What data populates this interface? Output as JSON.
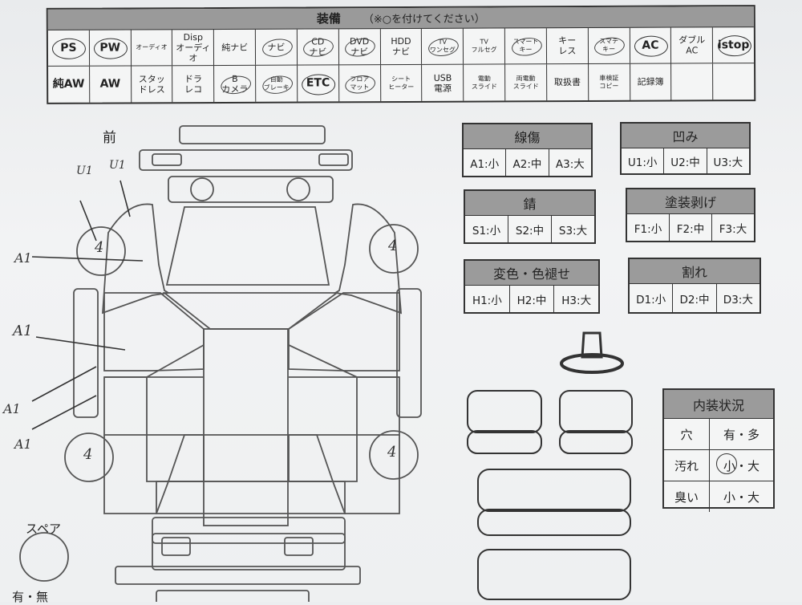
{
  "equipment": {
    "title": "装備",
    "note": "（※○を付けてください）",
    "row1": [
      {
        "label": "PS",
        "size": "big",
        "circled": true
      },
      {
        "label": "PW",
        "size": "big",
        "circled": true
      },
      {
        "label": "オーディオ",
        "size": "tiny"
      },
      {
        "label": "Disp\nオーディオ"
      },
      {
        "label": "純ナビ"
      },
      {
        "label": "ナビ",
        "checked": true
      },
      {
        "label": "CD\nナビ",
        "checked": true
      },
      {
        "label": "DVD\nナビ",
        "checked": true
      },
      {
        "label": "HDD\nナビ"
      },
      {
        "label": "TV\nワンセグ",
        "size": "tiny",
        "checked": true
      },
      {
        "label": "TV\nフルセグ",
        "size": "tiny"
      },
      {
        "label": "スマート\nキー",
        "size": "tiny",
        "checked": true
      },
      {
        "label": "キー\nレス"
      },
      {
        "label": "スマテ\nキー",
        "size": "tiny",
        "checked": true
      },
      {
        "label": "AC",
        "size": "big",
        "circled": true
      },
      {
        "label": "ダブル\nAC"
      },
      {
        "label": "istop",
        "size": "big",
        "circled": true
      }
    ],
    "row2": [
      {
        "label": "純AW",
        "size": "big"
      },
      {
        "label": "AW",
        "size": "big"
      },
      {
        "label": "スタッ\nドレス"
      },
      {
        "label": "ドラ\nレコ"
      },
      {
        "label": "B\nカメラ",
        "checked": true
      },
      {
        "label": "自動\nブレーキ",
        "size": "tiny",
        "checked": true
      },
      {
        "label": "ETC",
        "size": "big",
        "circled": true
      },
      {
        "label": "フロア\nマット",
        "size": "tiny",
        "checked": true
      },
      {
        "label": "シート\nヒーター",
        "size": "tiny"
      },
      {
        "label": "USB\n電源"
      },
      {
        "label": "電動\nスライド",
        "size": "tiny"
      },
      {
        "label": "両電動\nスライド",
        "size": "tiny"
      },
      {
        "label": "取扱書"
      },
      {
        "label": "車検証\nコピー",
        "size": "tiny"
      },
      {
        "label": "記録簿"
      },
      {
        "label": ""
      },
      {
        "label": ""
      }
    ]
  },
  "diagram": {
    "front_label": "前",
    "spare_label": "スペア",
    "spare_options": "有・無",
    "tire_marks": [
      "4",
      "4",
      "4",
      "4"
    ],
    "annotations": [
      "U1",
      "U1",
      "A1",
      "A1",
      "A1",
      "A1"
    ]
  },
  "legends": [
    {
      "key": "scratch",
      "title": "線傷",
      "items": [
        "A1:小",
        "A2:中",
        "A3:大"
      ]
    },
    {
      "key": "dent",
      "title": "凹み",
      "items": [
        "U1:小",
        "U2:中",
        "U3:大"
      ]
    },
    {
      "key": "rust",
      "title": "錆",
      "items": [
        "S1:小",
        "S2:中",
        "S3:大"
      ]
    },
    {
      "key": "peel",
      "title": "塗装剥げ",
      "items": [
        "F1:小",
        "F2:中",
        "F3:大"
      ]
    },
    {
      "key": "fade",
      "title": "変色・色褪せ",
      "items": [
        "H1:小",
        "H2:中",
        "H3:大"
      ]
    },
    {
      "key": "crack",
      "title": "割れ",
      "items": [
        "D1:小",
        "D2:中",
        "D3:大"
      ]
    }
  ],
  "interior": {
    "title": "内装状況",
    "rows": [
      {
        "key": "穴",
        "value": "有・多"
      },
      {
        "key": "汚れ",
        "value": "小・大"
      },
      {
        "key": "臭い",
        "value": "小・大"
      }
    ]
  }
}
